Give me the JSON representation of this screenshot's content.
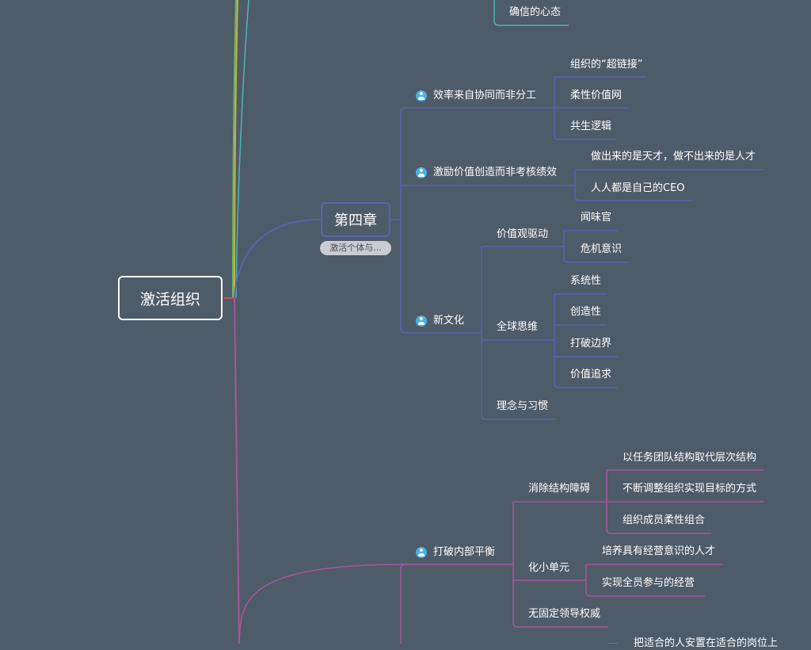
{
  "colors": {
    "background": "#4e5b69",
    "chapter_branch": "#5d60b2",
    "next_branch": "#a9559a",
    "root_pink": "#c9506c",
    "prev_teal": "#4bb7b6",
    "accent_icon": "#4ab0e6"
  },
  "top_partial": {
    "label": "确信的心态"
  },
  "root": {
    "label": "激活组织"
  },
  "chapter": {
    "label": "第四章",
    "note": "激活个体与..."
  },
  "branches": {
    "efficiency": {
      "label": "效率来自协同而非分工",
      "icon": "user-pin-icon",
      "children": [
        "组织的“超链接”",
        "柔性价值网",
        "共生逻辑"
      ]
    },
    "incentive": {
      "label": "激励价值创造而非考核绩效",
      "icon": "user-pin-icon",
      "children": [
        "做出来的是天才，做不出来的是人才",
        "人人都是自己的CEO"
      ]
    },
    "culture": {
      "label": "新文化",
      "icon": "user-pin-icon",
      "values": {
        "label": "价值观驱动",
        "children": [
          "闻味官",
          "危机意识"
        ]
      },
      "global": {
        "label": "全球思维",
        "children": [
          "系统性",
          "创造性",
          "打破边界",
          "价值追求"
        ]
      },
      "habits": {
        "label": "理念与习惯"
      }
    },
    "balance": {
      "label": "打破内部平衡",
      "icon": "user-pin-icon",
      "barriers": {
        "label": "消除结构障碍",
        "children": [
          "以任务团队结构取代层次结构",
          "不断调整组织实现目标的方式",
          "组织成员柔性组合"
        ]
      },
      "units": {
        "label": "化小单元",
        "children": [
          "培养具有经营意识的人才",
          "实现全员参与的经营"
        ]
      },
      "leadership": {
        "label": "无固定领导权威"
      },
      "cut_off": {
        "label": "把适合的人安置在适合的岗位上"
      }
    }
  }
}
